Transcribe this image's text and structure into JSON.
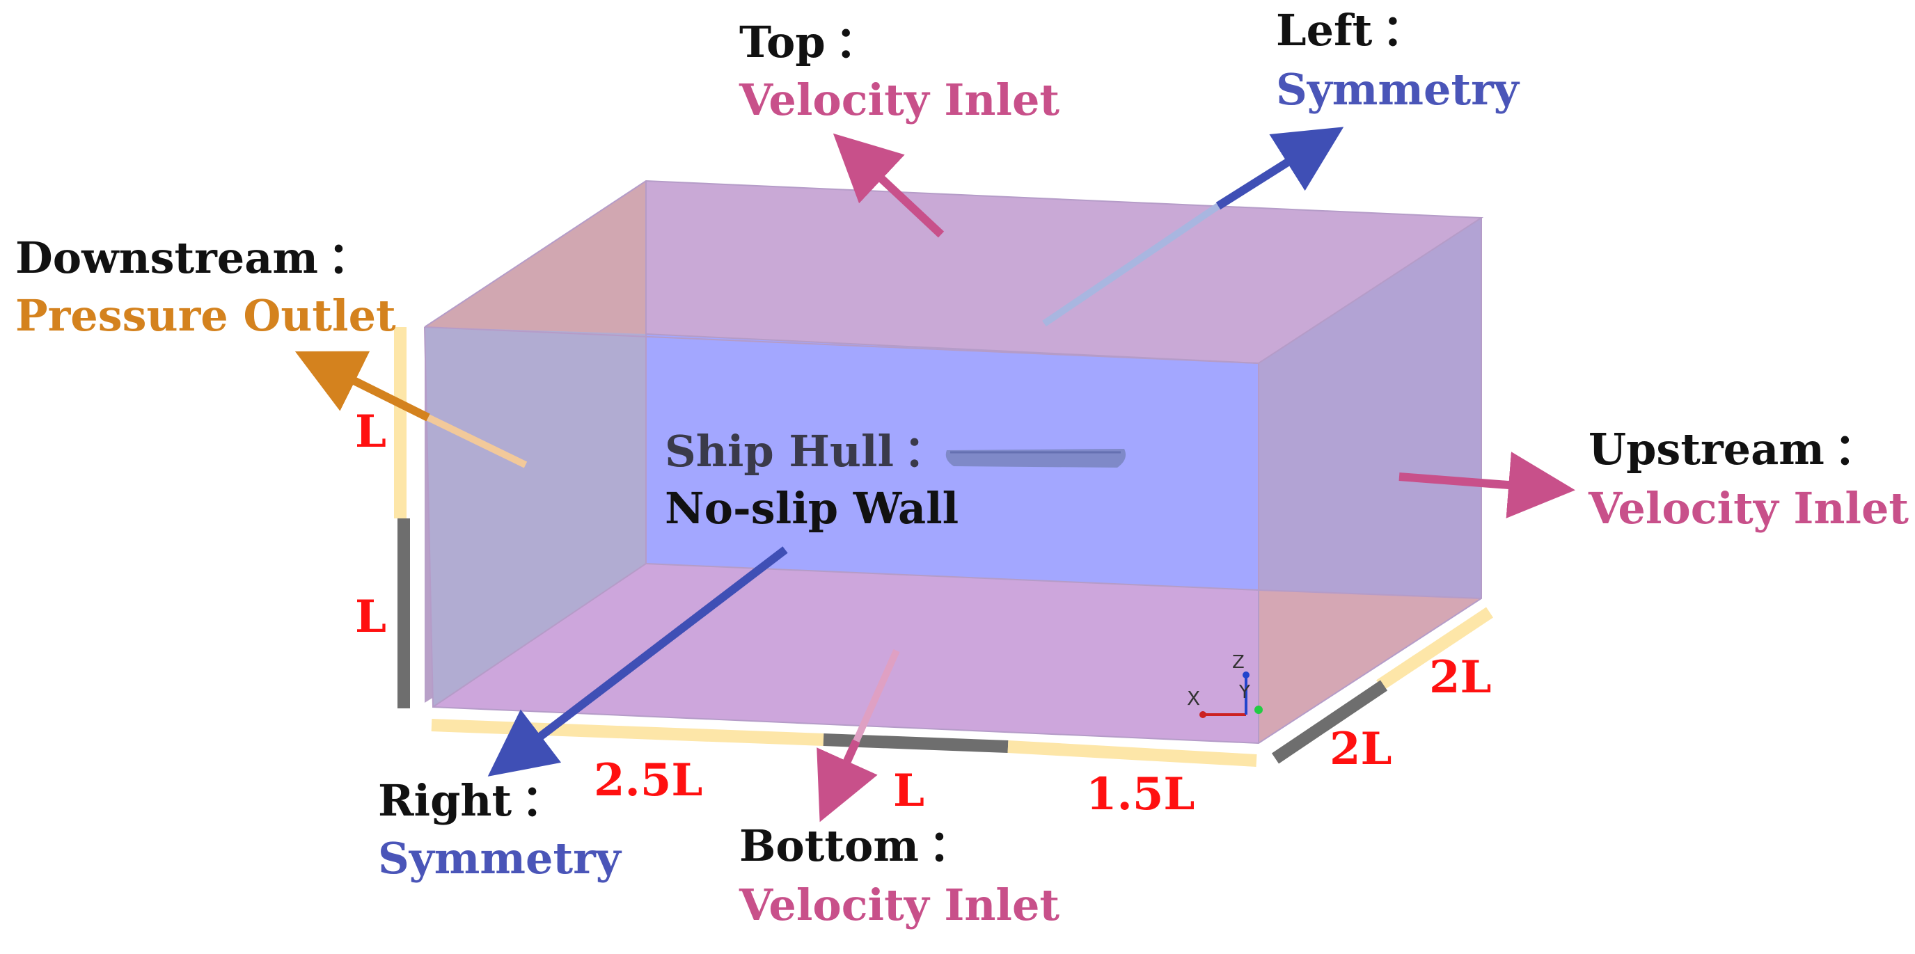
{
  "boundaries": {
    "top": {
      "title": "Top",
      "colon": "：",
      "type": "Velocity Inlet",
      "color": "#c8508a"
    },
    "left": {
      "title": "Left",
      "colon": "：",
      "type": "Symmetry",
      "color": "#4a55b8"
    },
    "downstream": {
      "title": "Downstream",
      "colon": "：",
      "type": "Pressure Outlet",
      "color": "#d4821e"
    },
    "upstream": {
      "title": "Upstream",
      "colon": "：",
      "type": "Velocity Inlet",
      "color": "#c8508a"
    },
    "ship_hull": {
      "title": "Ship Hull",
      "colon": "：",
      "type": "No-slip Wall",
      "color": "#111111",
      "title_color": "#3a3a4a"
    },
    "right": {
      "title": "Right",
      "colon": "：",
      "type": "Symmetry",
      "color": "#4a55b8"
    },
    "bottom": {
      "title": "Bottom",
      "colon": "：",
      "type": "Velocity Inlet",
      "color": "#c8508a"
    }
  },
  "dimensions": {
    "height_upper": "L",
    "height_lower": "L",
    "length_downstream": "2.5L",
    "length_ship": "L",
    "length_upstream": "1.5L",
    "width_back": "2L",
    "width_front": "2L",
    "color": "#ff1010"
  },
  "axes": {
    "z": "Z",
    "y": "Y",
    "x": "X"
  },
  "colors": {
    "dimension_bar_light": "#fde6a8",
    "dimension_bar_dark": "#6e6e6e",
    "face_top": "#c9a9d6",
    "face_front": "#a3a7ff",
    "face_back_left": "#a9a9d8",
    "face_upstream": "#b0a2d4",
    "face_bottom": "#cda6dc"
  }
}
